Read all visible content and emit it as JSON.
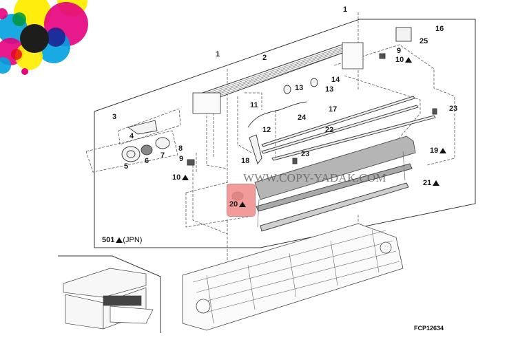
{
  "diagram": {
    "figure_code": "FCP12634",
    "model_note": {
      "number": "501",
      "marker": "triangle",
      "region": "(JPN)"
    },
    "watermark": "WWW.COPY-YADAK.COM",
    "highlighted_part": "20",
    "logo": {
      "name": "cmyk-circles-logo",
      "colors": [
        "#00a0e0",
        "#e6007e",
        "#ffed00",
        "#1d1d1b",
        "#e30613",
        "#00963f",
        "#1d1d8f"
      ]
    },
    "callouts": [
      {
        "id": "c1a",
        "label": "1",
        "triangle": false
      },
      {
        "id": "c1b",
        "label": "1",
        "triangle": false
      },
      {
        "id": "c2",
        "label": "2",
        "triangle": false
      },
      {
        "id": "c3",
        "label": "3",
        "triangle": false
      },
      {
        "id": "c4",
        "label": "4",
        "triangle": false
      },
      {
        "id": "c5",
        "label": "5",
        "triangle": false
      },
      {
        "id": "c6",
        "label": "6",
        "triangle": false
      },
      {
        "id": "c7",
        "label": "7",
        "triangle": false
      },
      {
        "id": "c8",
        "label": "8",
        "triangle": false
      },
      {
        "id": "c9a",
        "label": "9",
        "triangle": false
      },
      {
        "id": "c9b",
        "label": "9",
        "triangle": false
      },
      {
        "id": "c10a",
        "label": "10",
        "triangle": true
      },
      {
        "id": "c10b",
        "label": "10",
        "triangle": true
      },
      {
        "id": "c11",
        "label": "11",
        "triangle": false
      },
      {
        "id": "c12",
        "label": "12",
        "triangle": false
      },
      {
        "id": "c13a",
        "label": "13",
        "triangle": false
      },
      {
        "id": "c13b",
        "label": "13",
        "triangle": false
      },
      {
        "id": "c14",
        "label": "14",
        "triangle": false
      },
      {
        "id": "c16",
        "label": "16",
        "triangle": false
      },
      {
        "id": "c17",
        "label": "17",
        "triangle": false
      },
      {
        "id": "c18",
        "label": "18",
        "triangle": false
      },
      {
        "id": "c19",
        "label": "19",
        "triangle": true
      },
      {
        "id": "c20",
        "label": "20",
        "triangle": true
      },
      {
        "id": "c21",
        "label": "21",
        "triangle": true
      },
      {
        "id": "c22",
        "label": "22",
        "triangle": false
      },
      {
        "id": "c23a",
        "label": "23",
        "triangle": false
      },
      {
        "id": "c23b",
        "label": "23",
        "triangle": false
      },
      {
        "id": "c24",
        "label": "24",
        "triangle": false
      },
      {
        "id": "c25",
        "label": "25",
        "triangle": false
      }
    ]
  }
}
